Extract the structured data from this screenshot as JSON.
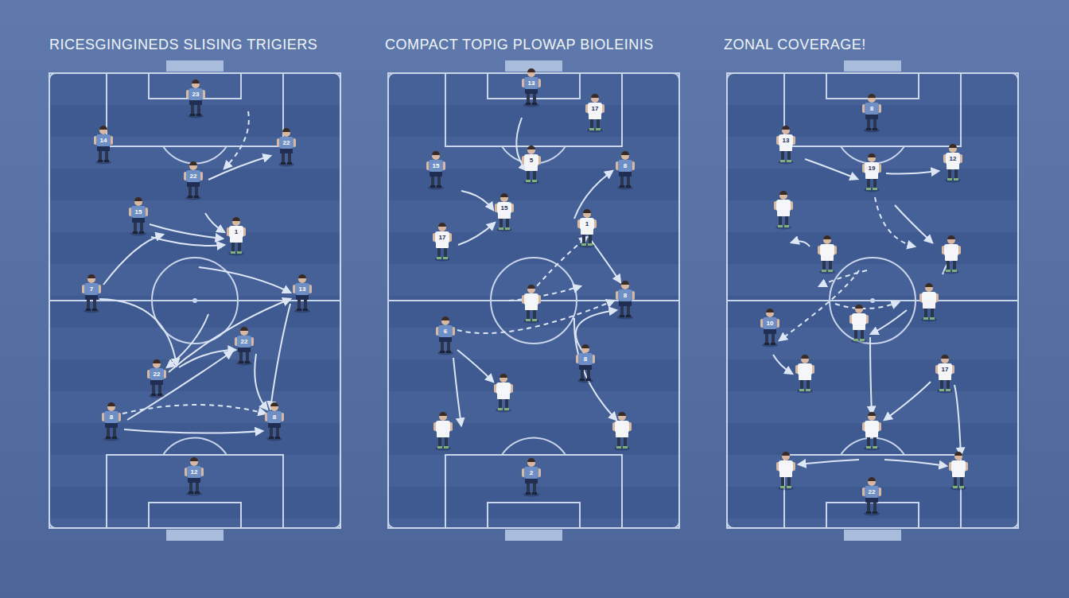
{
  "diagram": {
    "labels": [
      "RICESGINGINEDS SLISING TRIGIERS",
      "23",
      "14",
      "22",
      "22",
      "15",
      "1",
      "7",
      "13",
      "22",
      "22",
      "8",
      "8",
      "12",
      "COMPACT TOPIG PLOWAP BIOLEINIS",
      "13",
      "17",
      "15",
      "8",
      "5",
      "15",
      "17",
      "1",
      "6",
      "8",
      "8",
      "2",
      "ZONAL COVERAGE!",
      "8",
      "13",
      "19",
      "12",
      "10",
      "17",
      "22"
    ]
  }
}
